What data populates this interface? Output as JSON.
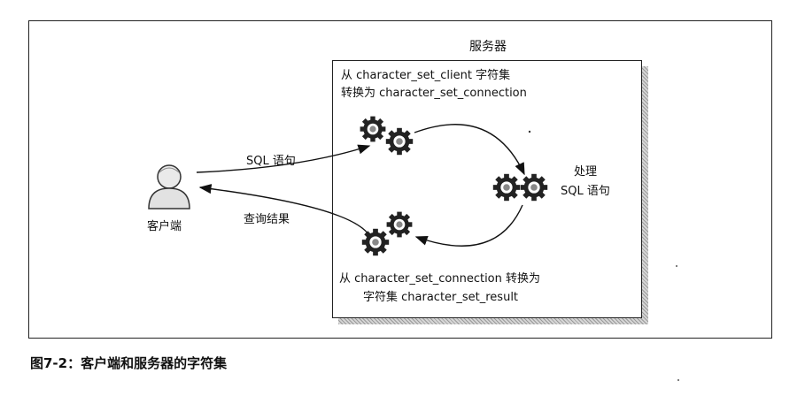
{
  "server_label": "服务器",
  "client_label": "客户端",
  "step1": {
    "line1": "从 character_set_client 字符集",
    "line2": "转换为 character_set_connection"
  },
  "process": {
    "line1": "处理",
    "line2": "SQL 语句"
  },
  "step2": {
    "line1": "从 character_set_connection 转换为",
    "line2": "字符集 character_set_result"
  },
  "arrow_request_label": "SQL 语句",
  "arrow_response_label": "查询结果",
  "caption": "图7-2：客户端和服务器的字符集",
  "icons": {
    "client": "user-icon",
    "gears": "gears-icon"
  }
}
